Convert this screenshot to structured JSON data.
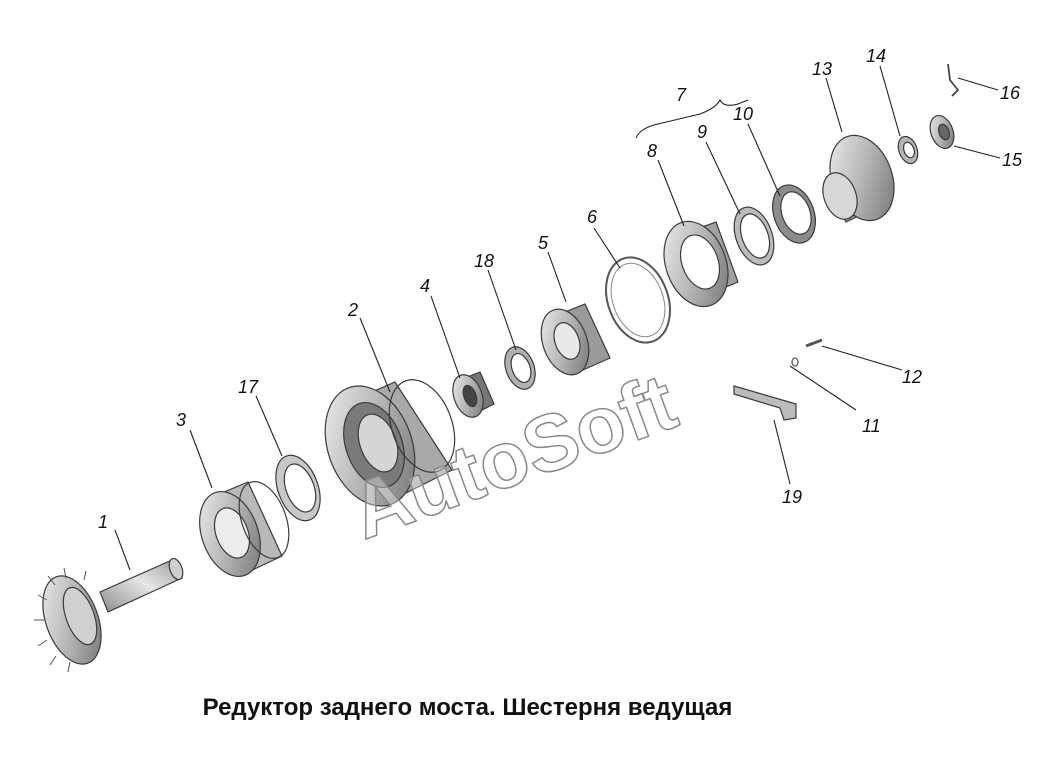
{
  "caption": "Редуктор заднего моста. Шестерня ведущая",
  "watermark": "AutoSoft",
  "callouts": [
    "1",
    "2",
    "3",
    "4",
    "5",
    "6",
    "7",
    "8",
    "9",
    "10",
    "11",
    "12",
    "13",
    "14",
    "15",
    "16",
    "17",
    "18",
    "19"
  ],
  "colors": {
    "metal_light": "#d9d9d9",
    "metal_mid": "#a8a8a8",
    "metal_dark": "#6e6e6e",
    "line": "#222222"
  }
}
